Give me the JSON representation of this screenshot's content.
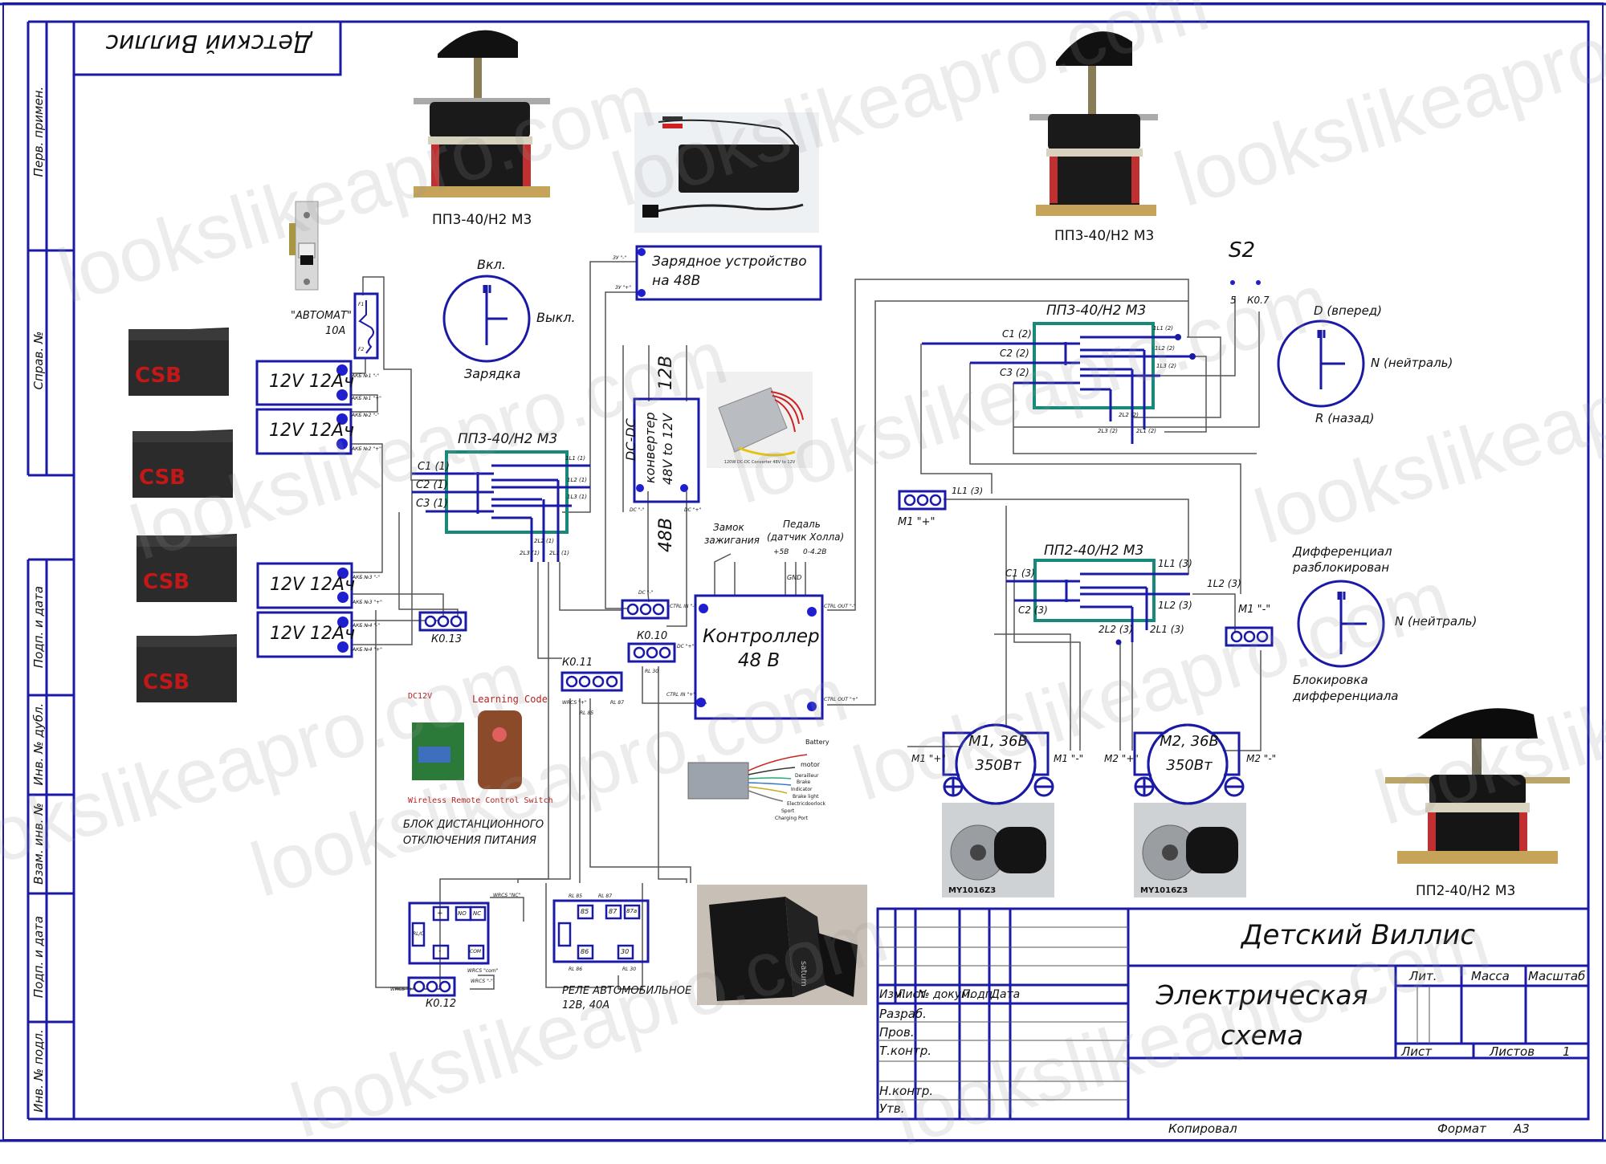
{
  "frame": {
    "stamp_title_mirrored": "Детский Виллис",
    "side_labels": [
      "Перв. примен.",
      "Справ. №",
      "Подп. и дата",
      "Инв. № дубл.",
      "Взам. инв. №",
      "Подп. и дата",
      "Инв. № подл."
    ]
  },
  "photos": {
    "switch_top_left": "ПП3-40/Н2 М3",
    "switch_top_right": "ПП3-40/Н2 М3",
    "switch_bottom_right": "ПП2-40/Н2 М3",
    "charger": "charger-photo",
    "dcdc_caption": "120W DC-DC Converter 48V to 12V",
    "motor_model_1": "MY1016Z3",
    "motor_model_2": "MY1016Z3",
    "remote": {
      "dc": "DC12V",
      "learning": "Learning Code",
      "switch": "Wireless Remote Control Switch"
    },
    "controller_wires": [
      "Battery",
      "motor",
      "Derailleur",
      "Brake",
      "Indicator",
      "Brake light",
      "Electricdoorlock",
      "Sport",
      "Charging Port"
    ]
  },
  "breaker": {
    "label": "\"АВТОМАТ\"",
    "rating": "10А",
    "pin_top": "F1",
    "pin_bottom": "F2"
  },
  "batteries": [
    {
      "label": "12V 12Ач",
      "neg": "АКБ №1 \"-\"",
      "pos": "АКБ №1 \"+\""
    },
    {
      "label": "12V 12Ач",
      "neg": "АКБ №2 \"-\"",
      "pos": "АКБ №2 \"+\""
    },
    {
      "label": "12V 12Ач",
      "neg": "АКБ №3 \"-\"",
      "pos": "АКБ №3 \"+\""
    },
    {
      "label": "12V 12Ач",
      "neg": "АКБ №4 \"-\"",
      "pos": "АКБ №4 \"+\""
    }
  ],
  "switch_charge": {
    "on": "Вкл.",
    "off": "Выкл.",
    "charge": "Зарядка"
  },
  "charger_block": {
    "line1": "Зарядное устройство",
    "line2": "на 48В",
    "pin_neg": "ЗУ \"-\"",
    "pin_pos": "ЗУ \"+\""
  },
  "pp3_1": {
    "title": "ПП3-40/Н2 М3",
    "inputs": [
      "C1 (1)",
      "C2 (1)",
      "C3 (1)"
    ],
    "outputs_1": [
      "1L1 (1)",
      "1L2 (1)",
      "1L3 (1)"
    ],
    "outputs_2": [
      "2L2 (1)",
      "2L3 (1)",
      "2L1 (1)"
    ]
  },
  "dcdc": {
    "line1": "DC-DC",
    "line2": "конвертер",
    "line3": "48V to 12V",
    "v12": "12В",
    "v48": "48В",
    "pin_neg": "DC \"-\"",
    "pin_pos": "DC \"+\""
  },
  "connectors": {
    "k013": "К0.13",
    "k010": "К0.10",
    "k011": "К0.11",
    "k012": "К0.12",
    "m1_plus": "M1 \"+\"",
    "m1_minus": "M1 \"-\"",
    "dc_minus": "DC \"-\"",
    "dc_plus": "DC \"+\"",
    "rl30": "RL 30",
    "wrcs_plus": "WRCS \"+\"",
    "rl85": "RL 85",
    "rl87": "RL 87"
  },
  "controller": {
    "line1": "Контроллер",
    "line2": "48 В",
    "ctrl_in_neg": "CTRL IN \"-\"",
    "ctrl_in_pos": "CTRL IN \"+\"",
    "ctrl_out_neg": "CTRL OUT \"-\"",
    "ctrl_out_pos": "CTRL OUT \"+\"",
    "ignition_1": "Замок",
    "ignition_2": "зажигания",
    "pedal_1": "Педаль",
    "pedal_2": "(датчик Холла)",
    "pedal_5v": "+5В",
    "pedal_sig": "0-4.2В",
    "pedal_gnd": "GND"
  },
  "s2": {
    "title": "S2",
    "pin1": "5",
    "pin2": "К0.7"
  },
  "pp3_2": {
    "title": "ПП3-40/Н2 М3",
    "inputs": [
      "C1 (2)",
      "C2 (2)",
      "C3 (2)"
    ],
    "outputs_1": [
      "1L1 (2)",
      "1L2 (2)",
      "1L3 (2)"
    ],
    "outputs_2": [
      "2L2 (2)",
      "2L3 (2)",
      "2L1 (2)"
    ]
  },
  "switch_direction": {
    "forward": "D (вперед)",
    "neutral": "N (нейтраль)",
    "reverse": "R (назад)"
  },
  "pp2": {
    "title": "ПП2-40/Н2 М3",
    "inputs": [
      "C1 (3)",
      "C2 (3)"
    ],
    "out_1l1": "1L1 (3)",
    "out_1l2": "1L2 (3)",
    "out_2l2": "2L2 (3)",
    "out_2l1": "2L1 (3)",
    "top_1l1": "1L1 (3)",
    "side_1l2": "1L2 (3)"
  },
  "switch_diff": {
    "top1": "Дифференциал",
    "top2": "разблокирован",
    "neutral": "N (нейтраль)",
    "bottom1": "Блокировка",
    "bottom2": "дифференциала"
  },
  "motors": [
    {
      "name": "M1, 36В",
      "power": "350Вт",
      "plus": "M1 \"+\"",
      "minus": "M1 \"-\""
    },
    {
      "name": "M2, 36В",
      "power": "350Вт",
      "plus": "M2 \"+\"",
      "minus": "M2 \"-\""
    }
  ],
  "remote_block": {
    "line1": "БЛОК ДИСТАНЦИОННОГО",
    "line2": "ОТКЛЮЧЕНИЯ ПИТАНИЯ"
  },
  "relay_wrcs": {
    "pins": [
      "+",
      "NO",
      "NC",
      "-",
      "COM"
    ],
    "coil": "RL/C",
    "nc_label": "WRCS \"NC\"",
    "com_label": "WRCS \"com\"",
    "minus_label": "WRCS \"-\"",
    "plus_label": "WRCS \"+\""
  },
  "relay_auto": {
    "pins": [
      "85",
      "87",
      "87a",
      "86",
      "30"
    ],
    "l85": "RL 85",
    "l87": "RL 87",
    "l86": "RL 86",
    "l30": "RL 30",
    "caption1": "РЕЛЕ АВТОМОБИЛЬНОЕ",
    "caption2": "12В, 40А"
  },
  "title_block": {
    "title": "Детский Виллис",
    "doc_type_1": "Электрическая",
    "doc_type_2": "схема",
    "col_headers": [
      "Изм.",
      "Лист",
      "№ докум.",
      "Подп.",
      "Дата"
    ],
    "rows": [
      "Разраб.",
      "Пров.",
      "Т.контр.",
      "",
      "Н.контр.",
      "Утв."
    ],
    "lit": "Лит.",
    "mass": "Масса",
    "scale": "Масштаб",
    "sheet": "Лист",
    "sheets": "Листов",
    "sheets_count": "1",
    "copied": "Копировал",
    "format_label": "Формат",
    "format_value": "А3"
  },
  "watermark": "lookslikeapro.com",
  "colors": {
    "frame_blue": "#1a1aa6",
    "switch_teal": "#16897a",
    "wire_gray": "#555555",
    "dot_blue": "#1f1fd0"
  }
}
